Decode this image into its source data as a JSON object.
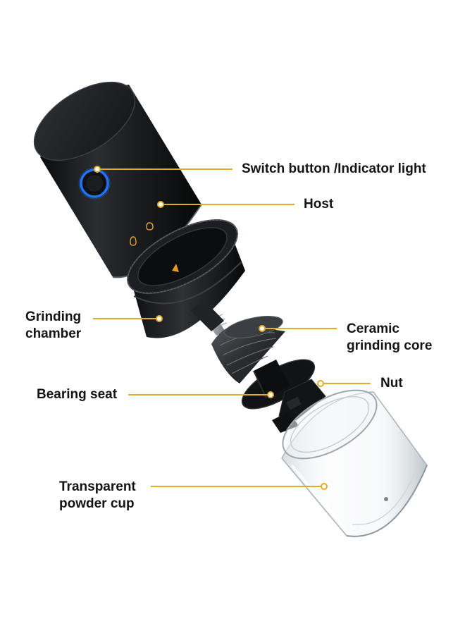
{
  "colors": {
    "leader_line": "#e2ac2a",
    "body_black": "#141619",
    "indicator_ring": "#1e73ff",
    "label_text": "#141414"
  },
  "icons": {
    "power_button": "power-button-icon",
    "bean_size_marks": "bean-size-icon"
  },
  "labels": {
    "switch_button": "Switch button /Indicator light",
    "host": "Host",
    "grinding_chamber": [
      "Grinding",
      "chamber"
    ],
    "ceramic_core": [
      "Ceramic",
      "grinding core"
    ],
    "nut": "Nut",
    "bearing_seat": "Bearing seat",
    "powder_cup": [
      "Transparent",
      "powder cup"
    ]
  }
}
